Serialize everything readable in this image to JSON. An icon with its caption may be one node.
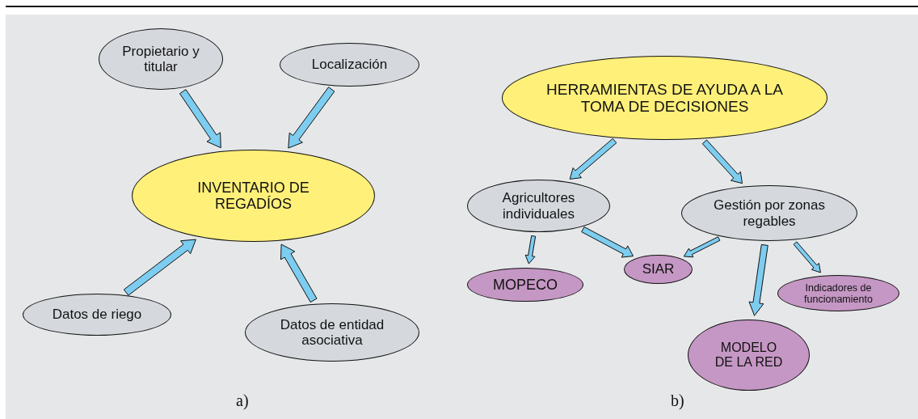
{
  "diagram": {
    "nodes": [
      {
        "text": [
          "Propietario y titular"
        ]
      },
      {
        "text": [
          "Localización"
        ]
      },
      {
        "text": [
          "INVENTARIO DE REGADÍOS"
        ]
      },
      {
        "text": [
          "Datos de riego"
        ]
      },
      {
        "text": [
          "Datos de entidad asociativa"
        ]
      },
      {
        "text": [
          "HERRAMIENTAS DE AYUDA A LA TOMA DE DECISIONES"
        ]
      },
      {
        "text": [
          "Agricultores individuales"
        ]
      },
      {
        "text": [
          "Gestión por zonas regables"
        ]
      },
      {
        "text": [
          "SIAR"
        ]
      },
      {
        "text": [
          "MOPECO"
        ]
      },
      {
        "text": [
          "Indicadores de funcionamiento"
        ]
      },
      {
        "text": [
          "MODELO DE LA RED"
        ]
      }
    ],
    "edges": [
      {
        "from": 0,
        "to": 2,
        "arrow": "to"
      },
      {
        "from": 1,
        "to": 2,
        "arrow": "to"
      },
      {
        "from": 3,
        "to": 2,
        "arrow": "to"
      },
      {
        "from": 4,
        "to": 2,
        "arrow": "to"
      },
      {
        "from": 5,
        "to": 6,
        "arrow": "to"
      },
      {
        "from": 5,
        "to": 7,
        "arrow": "to"
      },
      {
        "from": 6,
        "to": 9,
        "arrow": "to"
      },
      {
        "from": 6,
        "to": 8,
        "arrow": "to"
      },
      {
        "from": 7,
        "to": 8,
        "arrow": "to"
      },
      {
        "from": 7,
        "to": 11,
        "arrow": "to"
      },
      {
        "from": 7,
        "to": 10,
        "arrow": "to"
      }
    ],
    "labels": [
      "a)",
      "b)"
    ]
  }
}
